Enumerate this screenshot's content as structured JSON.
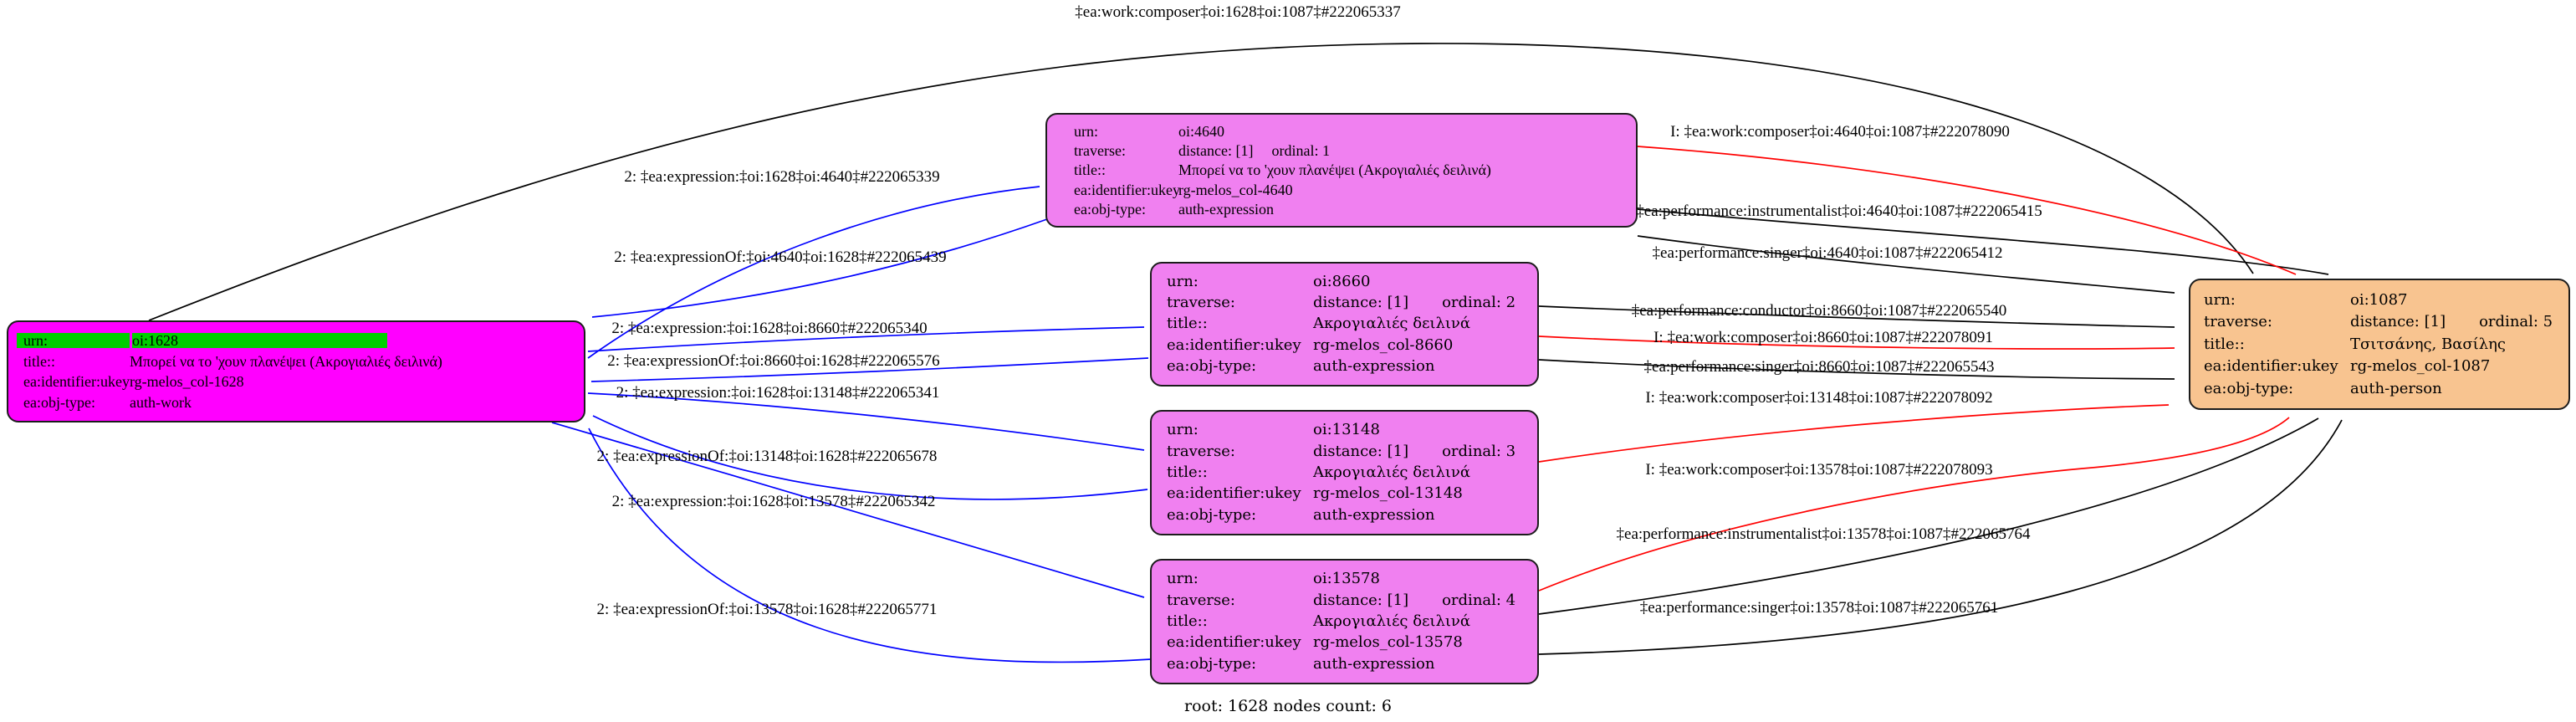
{
  "graph": {
    "caption": "root: 1628 nodes count: 6",
    "colors": {
      "work_fill": "#FF00FF",
      "work_urn_highlight": "#00CE00",
      "expression_fill": "#F080F0",
      "person_fill": "#F8C490",
      "edge_expression": "#0000FF",
      "edge_inferred": "#FF0000",
      "edge_default": "#000000"
    }
  },
  "nodes": {
    "n1628": {
      "urn_key": "urn:",
      "urn_value": "oi:1628",
      "title_key": "title::",
      "title_value": "Μπορεί να το 'χουν πλανέψει (Ακρογιαλιές δειλινά)",
      "ukey_key": "ea:identifier:ukey",
      "ukey_value": "rg-melos_col-1628",
      "objtype_key": "ea:obj-type:",
      "objtype_value": "auth-work"
    },
    "n4640": {
      "urn_key": "urn:",
      "urn_value": "oi:4640",
      "traverse_key": "traverse:",
      "distance": "distance: [1]",
      "ordinal": "ordinal: 1",
      "title_key": "title::",
      "title_value": "Μπορεί να το 'χουν πλανέψει (Ακρογιαλιές δειλινά)",
      "ukey_key": "ea:identifier:ukey",
      "ukey_value": "rg-melos_col-4640",
      "objtype_key": "ea:obj-type:",
      "objtype_value": "auth-expression"
    },
    "n8660": {
      "urn_key": "urn:",
      "urn_value": "oi:8660",
      "traverse_key": "traverse:",
      "distance": "distance: [1]",
      "ordinal": "ordinal: 2",
      "title_key": "title::",
      "title_value": "Ακρογιαλιές δειλινά",
      "ukey_key": "ea:identifier:ukey",
      "ukey_value": "rg-melos_col-8660",
      "objtype_key": "ea:obj-type:",
      "objtype_value": "auth-expression"
    },
    "n13148": {
      "urn_key": "urn:",
      "urn_value": "oi:13148",
      "traverse_key": "traverse:",
      "distance": "distance: [1]",
      "ordinal": "ordinal: 3",
      "title_key": "title::",
      "title_value": "Ακρογιαλιές δειλινά",
      "ukey_key": "ea:identifier:ukey",
      "ukey_value": "rg-melos_col-13148",
      "objtype_key": "ea:obj-type:",
      "objtype_value": "auth-expression"
    },
    "n13578": {
      "urn_key": "urn:",
      "urn_value": "oi:13578",
      "traverse_key": "traverse:",
      "distance": "distance: [1]",
      "ordinal": "ordinal: 4",
      "title_key": "title::",
      "title_value": "Ακρογιαλιές δειλινά",
      "ukey_key": "ea:identifier:ukey",
      "ukey_value": "rg-melos_col-13578",
      "objtype_key": "ea:obj-type:",
      "objtype_value": "auth-expression"
    },
    "n1087": {
      "urn_key": "urn:",
      "urn_value": "oi:1087",
      "traverse_key": "traverse:",
      "distance": "distance: [1]",
      "ordinal": "ordinal: 5",
      "title_key": "title::",
      "title_value": "Τσιτσάνης, Βασίλης",
      "ukey_key": "ea:identifier:ukey",
      "ukey_value": "rg-melos_col-1087",
      "objtype_key": "ea:obj-type:",
      "objtype_value": "auth-person"
    }
  },
  "edges": [
    {
      "label": "‡ea:work:composer‡oi:1628‡oi:1087‡#222065337",
      "color": "#000000"
    },
    {
      "label": "2: ‡ea:expression:‡oi:1628‡oi:4640‡#222065339",
      "color": "#0000FF"
    },
    {
      "label": "2: ‡ea:expressionOf:‡oi:4640‡oi:1628‡#222065439",
      "color": "#0000FF"
    },
    {
      "label": "2: ‡ea:expression:‡oi:1628‡oi:8660‡#222065340",
      "color": "#0000FF"
    },
    {
      "label": "2: ‡ea:expressionOf:‡oi:8660‡oi:1628‡#222065576",
      "color": "#0000FF"
    },
    {
      "label": "2: ‡ea:expression:‡oi:1628‡oi:13148‡#222065341",
      "color": "#0000FF"
    },
    {
      "label": "2: ‡ea:expressionOf:‡oi:13148‡oi:1628‡#222065678",
      "color": "#0000FF"
    },
    {
      "label": "2: ‡ea:expression:‡oi:1628‡oi:13578‡#222065342",
      "color": "#0000FF"
    },
    {
      "label": "2: ‡ea:expressionOf:‡oi:13578‡oi:1628‡#222065771",
      "color": "#0000FF"
    },
    {
      "label": "I: ‡ea:work:composer‡oi:4640‡oi:1087‡#222078090",
      "color": "#FF0000"
    },
    {
      "label": "‡ea:performance:instrumentalist‡oi:4640‡oi:1087‡#222065415",
      "color": "#000000"
    },
    {
      "label": "‡ea:performance:singer‡oi:4640‡oi:1087‡#222065412",
      "color": "#000000"
    },
    {
      "label": "‡ea:performance:conductor‡oi:8660‡oi:1087‡#222065540",
      "color": "#000000"
    },
    {
      "label": "I: ‡ea:work:composer‡oi:8660‡oi:1087‡#222078091",
      "color": "#FF0000"
    },
    {
      "label": "‡ea:performance:singer‡oi:8660‡oi:1087‡#222065543",
      "color": "#000000"
    },
    {
      "label": "I: ‡ea:work:composer‡oi:13148‡oi:1087‡#222078092",
      "color": "#FF0000"
    },
    {
      "label": "I: ‡ea:work:composer‡oi:13578‡oi:1087‡#222078093",
      "color": "#FF0000"
    },
    {
      "label": "‡ea:performance:instrumentalist‡oi:13578‡oi:1087‡#222065764",
      "color": "#000000"
    },
    {
      "label": "‡ea:performance:singer‡oi:13578‡oi:1087‡#222065761",
      "color": "#000000"
    }
  ]
}
